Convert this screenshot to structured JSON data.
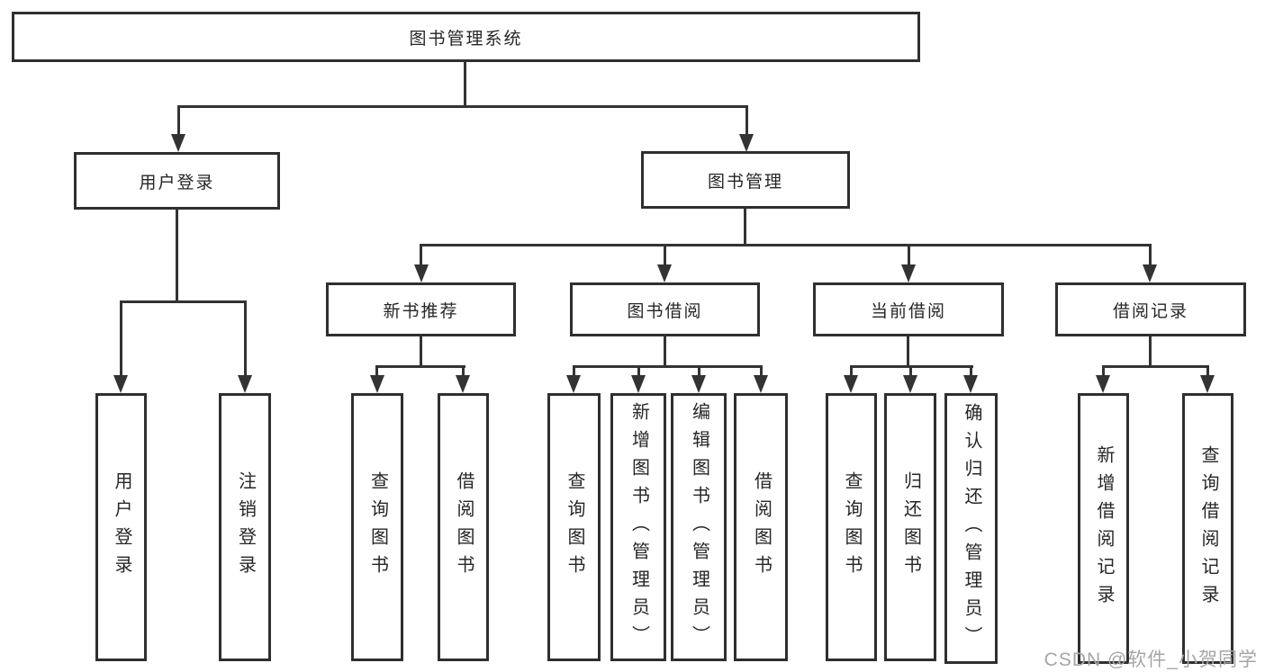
{
  "colors": {
    "line": "#333333",
    "text": "#262626",
    "watermark": "#a6a6a6"
  },
  "watermark": "CSDN @软件_小贺同学",
  "diagram": {
    "type": "hierarchy",
    "root_label": "图书管理系统",
    "branches": [
      {
        "label": "用户登录",
        "leaves": [
          "用户登录",
          "注销登录"
        ]
      },
      {
        "label": "图书管理",
        "groups": [
          {
            "label": "新书推荐",
            "leaves": [
              "查询图书",
              "借阅图书"
            ]
          },
          {
            "label": "图书借阅",
            "leaves": [
              "查询图书",
              "新增图书（管理员）",
              "编辑图书（管理员）",
              "借阅图书"
            ]
          },
          {
            "label": "当前借阅",
            "leaves": [
              "查询图书",
              "归还图书",
              "确认归还（管理员）"
            ]
          },
          {
            "label": "借阅记录",
            "leaves": [
              "新增借阅记录",
              "查询借阅记录"
            ]
          }
        ]
      }
    ]
  }
}
